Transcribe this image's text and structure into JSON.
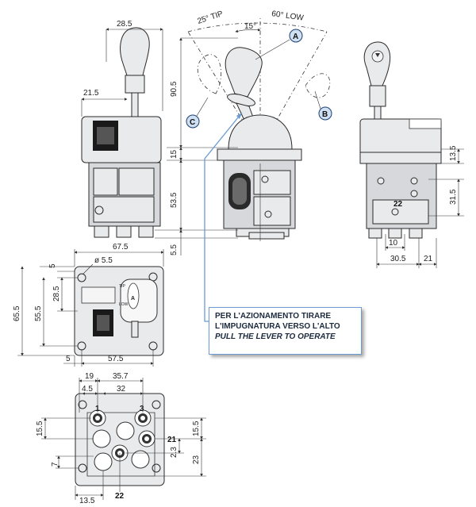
{
  "dimensions": {
    "side_left": [
      "28.5",
      "21.5"
    ],
    "front_vertical": [
      "90.5",
      "15",
      "53.5",
      "5.5"
    ],
    "angles": [
      "25° TIP",
      "15°",
      "60° LOW"
    ],
    "right_view": [
      "13.5",
      "31.5",
      "22",
      "10",
      "30.5",
      "21"
    ],
    "top_view": [
      "67.5",
      "ø 5.5",
      "5",
      "28.5",
      "55.5",
      "65.5",
      "5",
      "57.5"
    ],
    "base_view": [
      "19",
      "35.7",
      "4.5",
      "32",
      "15.5",
      "15.5",
      "2.3",
      "23",
      "7",
      "13.5",
      "22"
    ]
  },
  "markers": [
    "A",
    "B",
    "C"
  ],
  "ports": [
    "1",
    "3",
    "21",
    "22"
  ],
  "handle_labels": [
    "TIP",
    "A",
    "LOW"
  ],
  "callout": {
    "line1": "PER L'AZIONAMENTO TIRARE",
    "line2": "L'IMPUGNATURA VERSO L'ALTO",
    "line3": "PULL THE LEVER TO OPERATE"
  },
  "colors": {
    "accent": "#6b9bd1",
    "marker_fill": "#cfe0f3",
    "body": "#e9eaec"
  }
}
